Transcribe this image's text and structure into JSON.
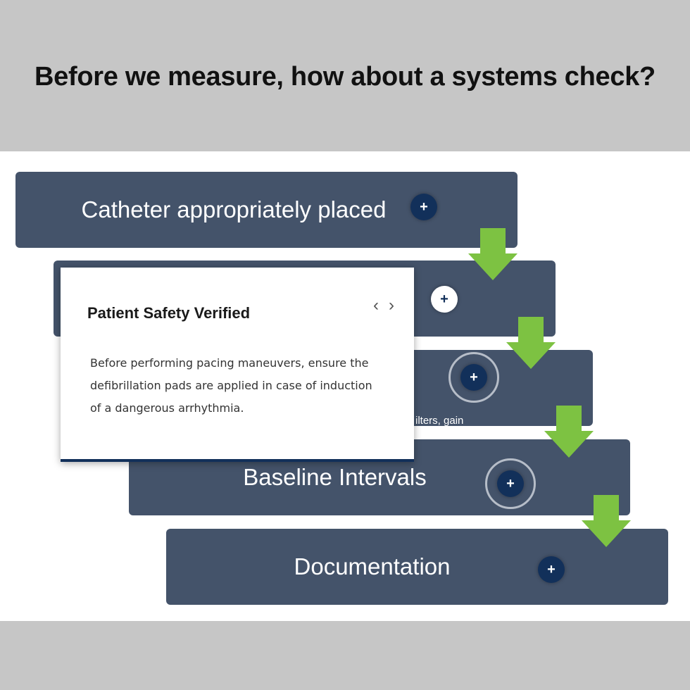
{
  "header": {
    "title": "Before we measure, how about a systems check?"
  },
  "steps": [
    {
      "label": "Catheter appropriately placed"
    },
    {
      "label": ""
    },
    {
      "label": "",
      "sub_label": "ilters, gain"
    },
    {
      "label": "Baseline Intervals"
    },
    {
      "label": "Documentation"
    }
  ],
  "icons": {
    "expand": "+",
    "prev": "‹",
    "next": "›"
  },
  "popup": {
    "title": "Patient Safety Verified",
    "body": "Before performing pacing maneuvers, ensure the defibrillation pads are applied in case of induction of a dangerous arrhythmia."
  },
  "colors": {
    "card": "#44536a",
    "accent": "#12305a",
    "arrow": "#7dc242"
  }
}
